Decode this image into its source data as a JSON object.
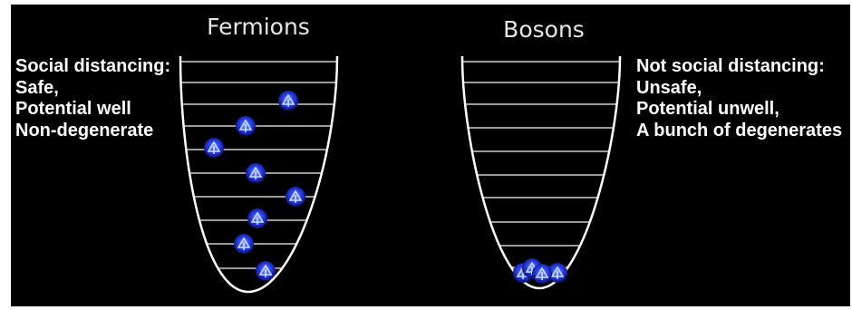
{
  "fermions": {
    "title": "Fermions",
    "text_lines": [
      "Social distancing:",
      "Safe,",
      "Potential well",
      "Non-degenerate"
    ]
  },
  "bosons": {
    "title": "Bosons",
    "text_lines": [
      "Not social distancing:",
      "Unsafe,",
      "Potential unwell,",
      "A bunch of degenerates"
    ]
  },
  "colors": {
    "background": "#000000",
    "well_outline": "#ffffff",
    "energy_level": "#9a9a9a",
    "particle": "#2b3bff",
    "particle_glow": "#4e7cff"
  },
  "icons": {
    "particle": "spin-up-arrow-icon"
  }
}
